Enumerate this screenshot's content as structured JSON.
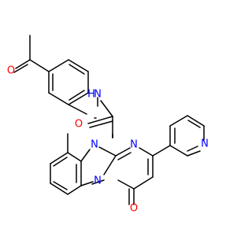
{
  "atoms": [
    {
      "id": "O1",
      "label": "O",
      "color": "#ff0000"
    },
    {
      "id": "NH",
      "label": "N",
      "color": "#0000ff"
    },
    {
      "id": "Hamide",
      "label": "H",
      "color": "#0000ff"
    },
    {
      "id": "O2",
      "label": "O",
      "color": "#ff0000"
    },
    {
      "id": "N9",
      "label": "N",
      "color": "#0000ff"
    },
    {
      "id": "Npy",
      "label": "N",
      "color": "#0000ff"
    },
    {
      "id": "N_pym",
      "label": "N",
      "color": "#0000ff"
    },
    {
      "id": "N_bridge",
      "label": "N",
      "color": "#0000ff"
    },
    {
      "id": "O3",
      "label": "O",
      "color": "#ff0000"
    }
  ],
  "colors": {
    "oxygen": "#ff0000",
    "nitrogen": "#0000ff",
    "bond": "#000000"
  }
}
